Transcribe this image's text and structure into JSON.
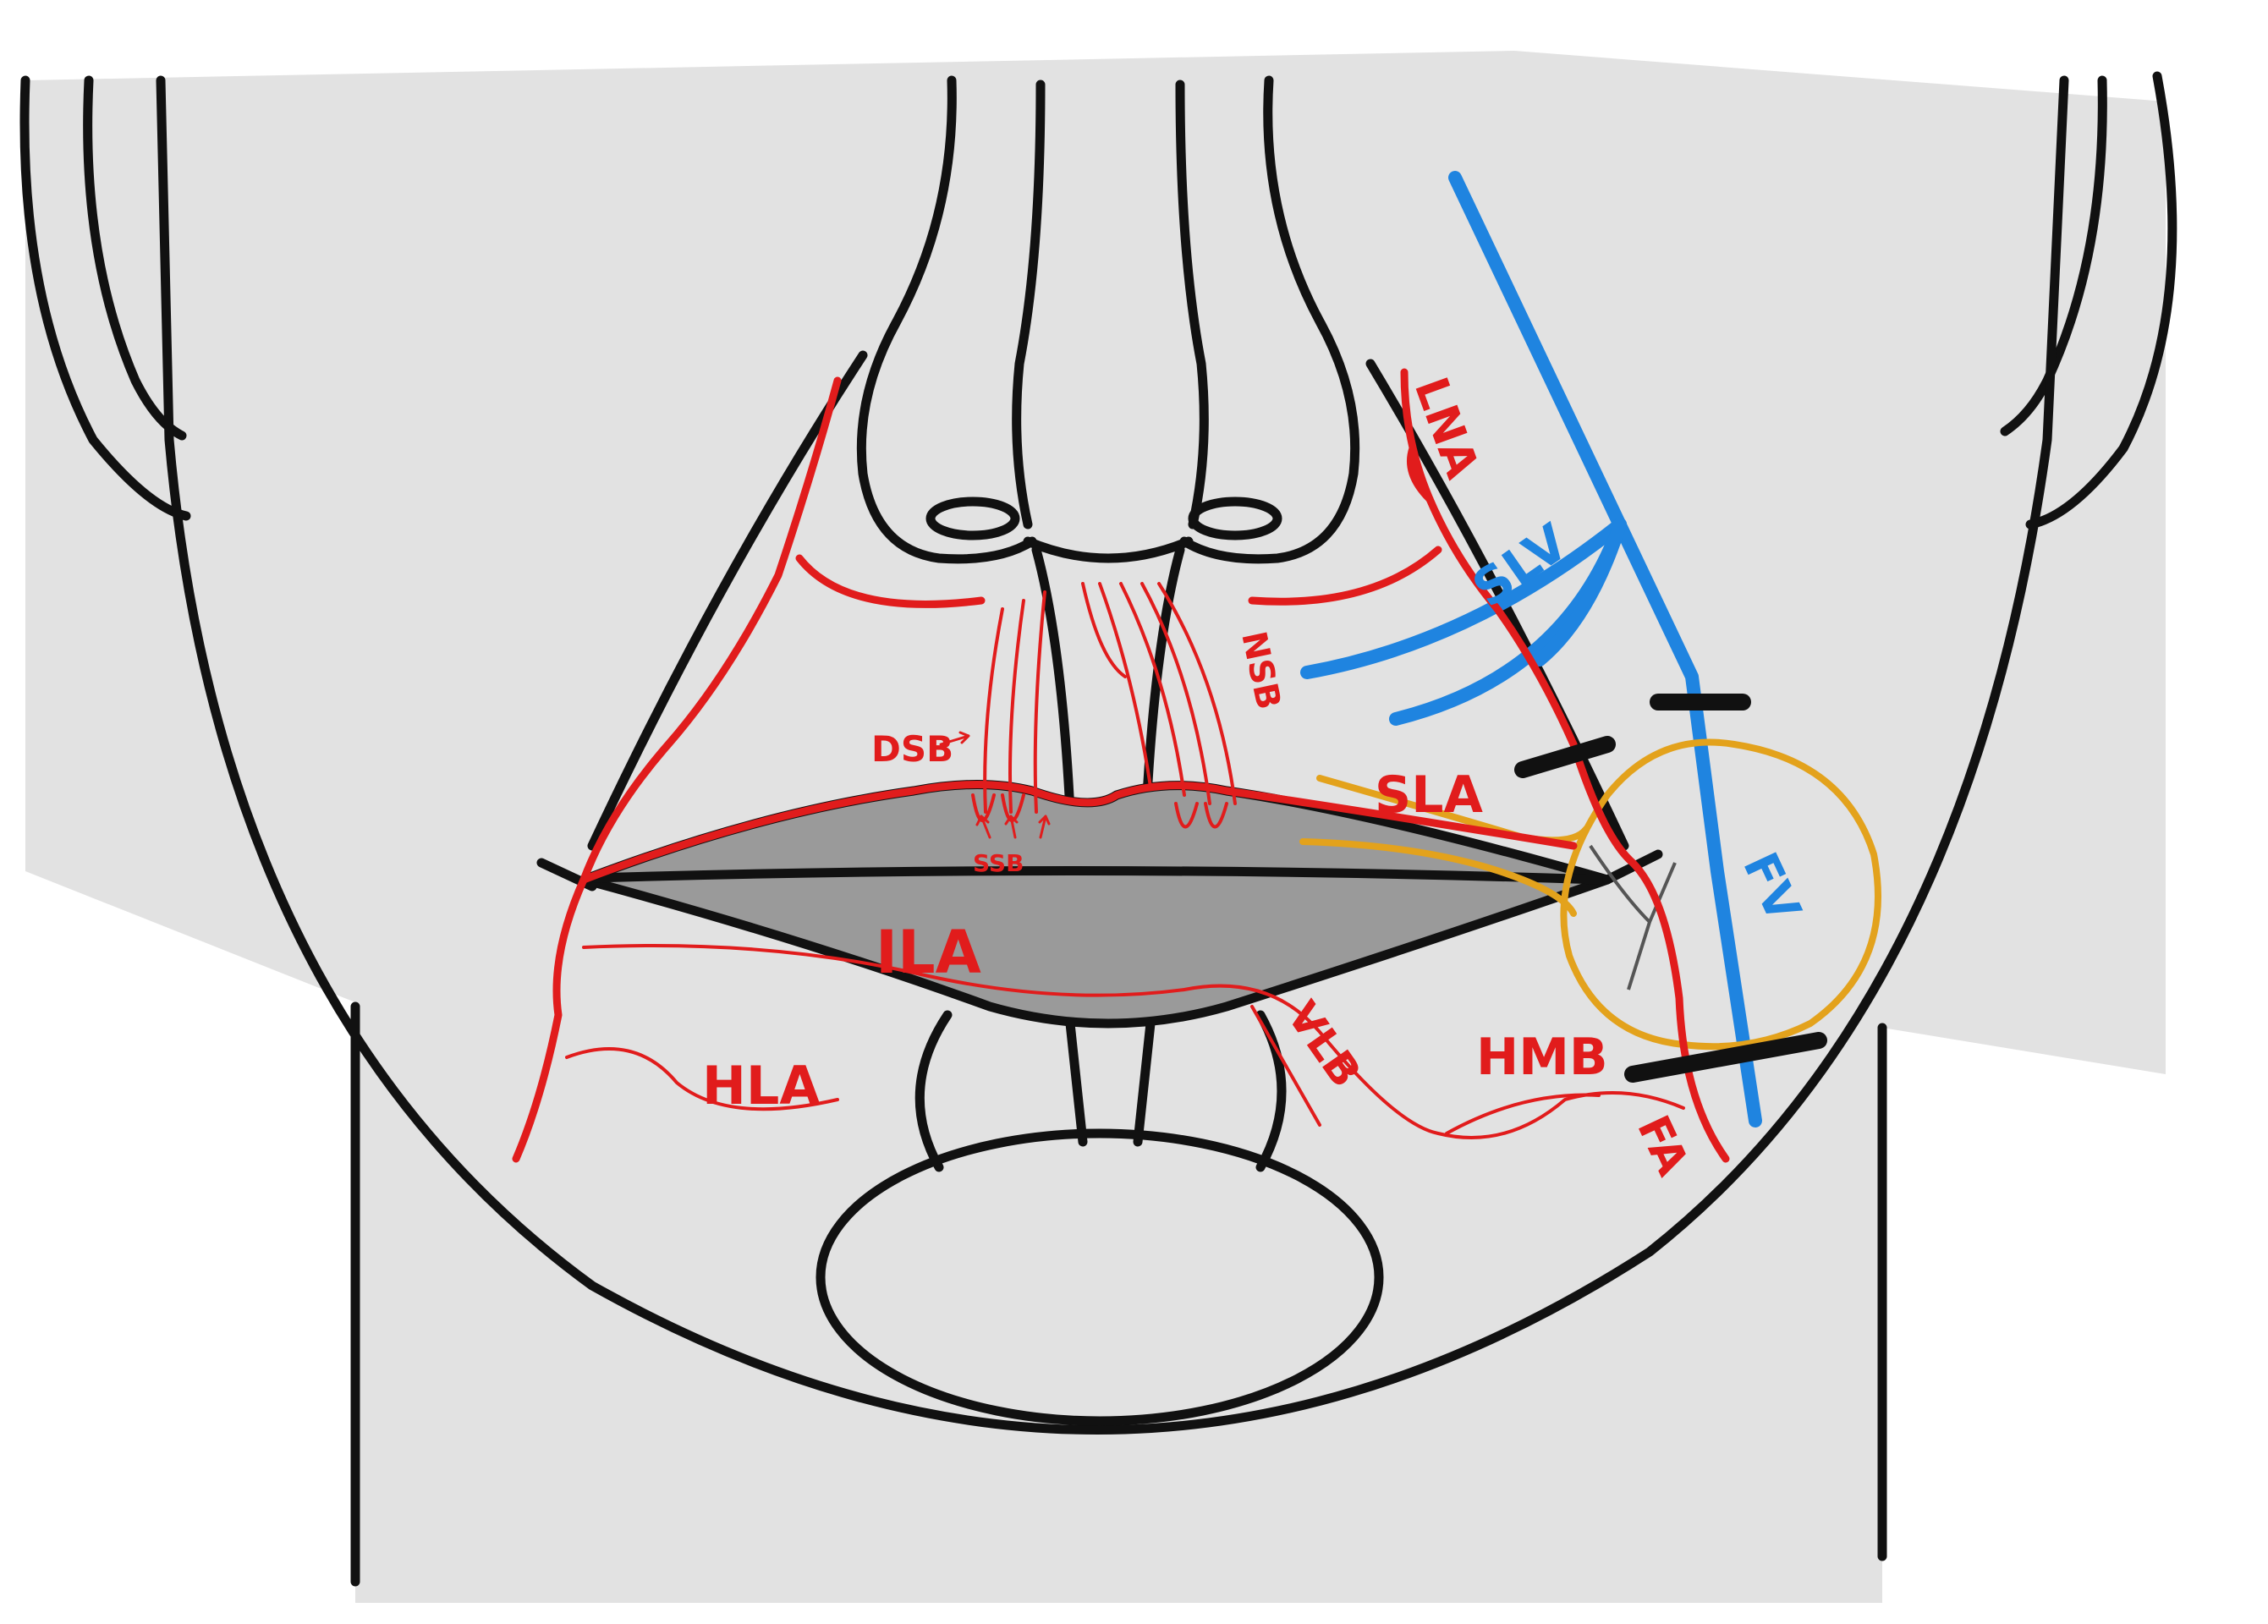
{
  "colors": {
    "background": "#e2e2e2",
    "outline": "#111111",
    "artery": "#e11c1c",
    "vein": "#1f84e0",
    "gland": "#e3a21c",
    "gland_fill": "#d9c6a2",
    "lip_fill": "#9a9a9a"
  },
  "labels": {
    "lna": "LNA",
    "slv": "SLV",
    "nsb": "NSB",
    "dsb": "DSB",
    "sla": "SLA",
    "ssb": "SSB",
    "fv": "FV",
    "ila": "ILA",
    "vlb": "VLB",
    "hmb": "HMB",
    "hla": "HLA",
    "fa": "FA"
  }
}
